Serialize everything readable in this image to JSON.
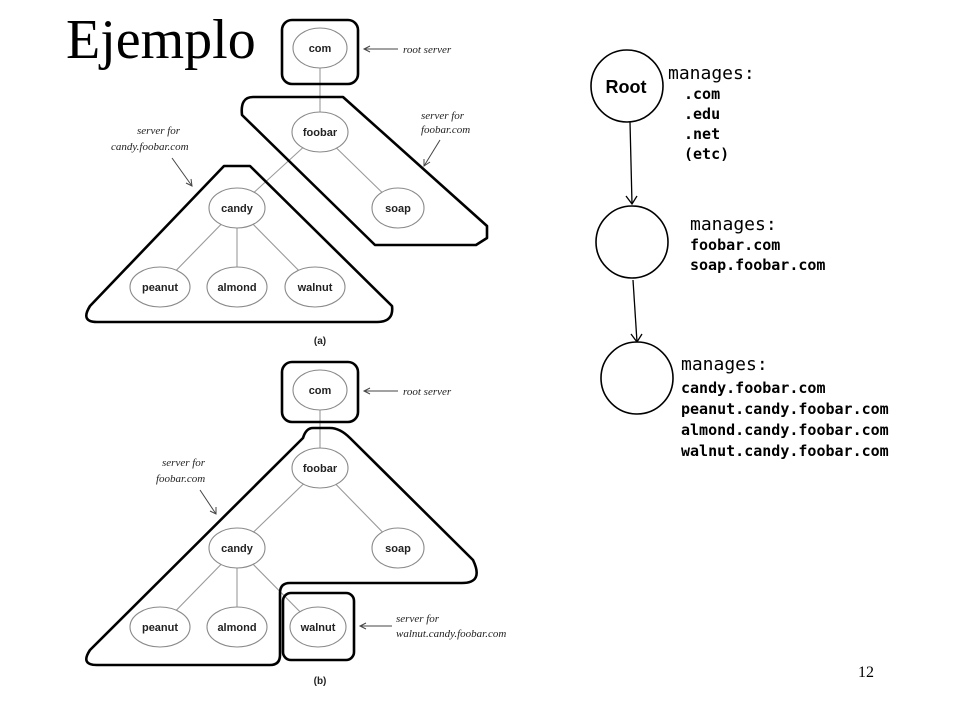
{
  "title": "Ejemplo",
  "page_number": "12",
  "diagram_a": {
    "caption": "(a)",
    "nodes": {
      "com": "com",
      "foobar": "foobar",
      "soap": "soap",
      "candy": "candy",
      "peanut": "peanut",
      "almond": "almond",
      "walnut": "walnut"
    },
    "labels": {
      "root_server": "root server",
      "foobar_l1": "server for",
      "foobar_l2": "foobar.com",
      "candy_l1": "server for",
      "candy_l2": "candy.foobar.com"
    }
  },
  "diagram_b": {
    "caption": "(b)",
    "nodes": {
      "com": "com",
      "foobar": "foobar",
      "soap": "soap",
      "candy": "candy",
      "peanut": "peanut",
      "almond": "almond",
      "walnut": "walnut"
    },
    "labels": {
      "root_server": "root server",
      "foobar_l1": "server for",
      "foobar_l2": "foobar.com",
      "walnut_l1": "server for",
      "walnut_l2": "walnut.candy.foobar.com"
    }
  },
  "hierarchy": {
    "root_label": "Root",
    "levels": [
      {
        "heading": "manages:",
        "items": [
          ".com",
          ".edu",
          ".net",
          "(etc)"
        ]
      },
      {
        "heading": "manages:",
        "items": [
          "foobar.com",
          "soap.foobar.com"
        ]
      },
      {
        "heading": "manages:",
        "items": [
          "candy.foobar.com",
          "peanut.candy.foobar.com",
          "almond.candy.foobar.com",
          "walnut.candy.foobar.com"
        ]
      }
    ]
  }
}
